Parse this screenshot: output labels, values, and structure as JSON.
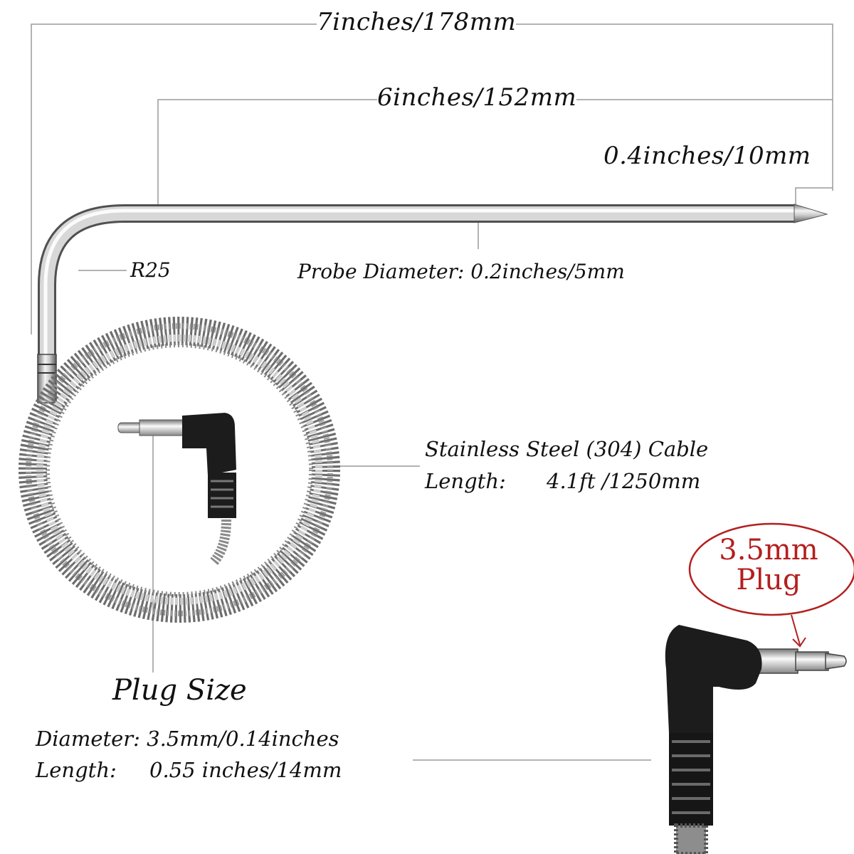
{
  "dimensions": {
    "total_length": "7inches/178mm",
    "probe_length": "6inches/152mm",
    "tip_length": "0.4inches/10mm",
    "bend_radius": "R25",
    "probe_diameter": "Probe Diameter: 0.2inches/5mm"
  },
  "cable": {
    "material": "Stainless Steel (304) Cable",
    "length_label": "Length:",
    "length_value": "4.1ft /1250mm"
  },
  "plug": {
    "callout_size": "3.5mm",
    "callout_word": "Plug",
    "title": "Plug Size",
    "diameter": "Diameter: 3.5mm/0.14inches",
    "length_label": "Length:",
    "length_value": "0.55 inches/14mm"
  },
  "colors": {
    "callout_red": "#b41f1f",
    "steel": "#b9b9b9",
    "plug_black": "#1c1c1c"
  }
}
